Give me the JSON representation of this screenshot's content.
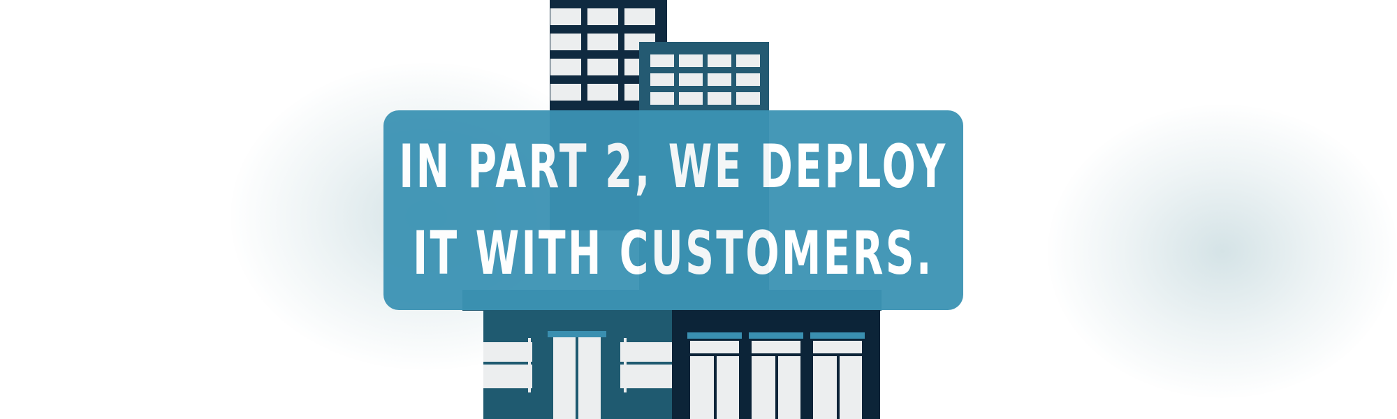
{
  "headline": {
    "line1": "IN PART 2, WE DEPLOY",
    "line2": "IT WITH CUSTOMERS."
  },
  "colors": {
    "banner": "#3c93b4",
    "banner_text": "#ffffff",
    "tower_dark": "#0f2a40",
    "tower_teal": "#245a72",
    "ground_left": "#1f5a70",
    "ground_right": "#0c2438",
    "window": "#eceeef",
    "awning": "#3a8fb0",
    "glow": "#c9dbe0"
  },
  "icons": [
    "building-illustration"
  ]
}
